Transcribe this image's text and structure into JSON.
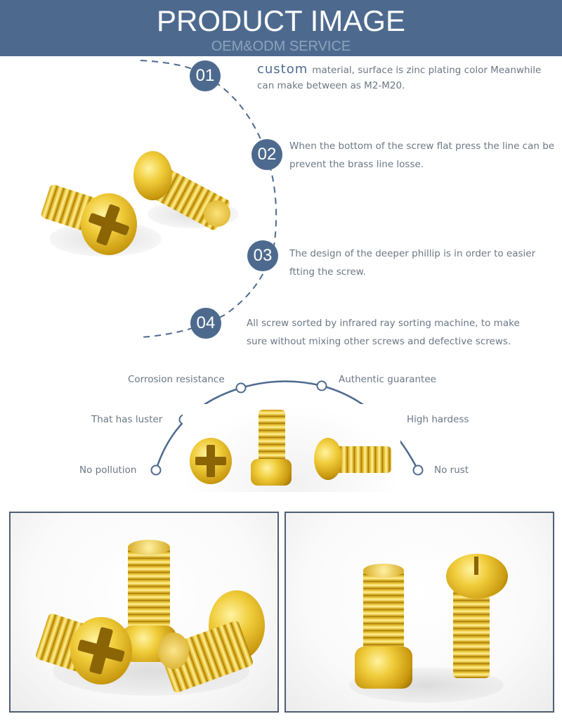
{
  "header": {
    "title": "PRODUCT IMAGE",
    "subtitle": "OEM&ODM SERVICE"
  },
  "colors": {
    "banner": "#4d6a8e",
    "subtitle": "#8ca3be",
    "badge": "#4d6a8e",
    "text": "#6c7785",
    "frame": "#4e5e74"
  },
  "features": [
    {
      "number": "01",
      "lead": "custom",
      "line1": "material, surface is zinc plating color Meanwhile",
      "line2": "can make between as M2-M20."
    },
    {
      "number": "02",
      "lead": "",
      "line1": "When the bottom of the screw flat press the line can be",
      "line2": "prevent the brass line losse."
    },
    {
      "number": "03",
      "lead": "",
      "line1": "The design of the deeper phillip is in order to easier",
      "line2": "ftting the screw."
    },
    {
      "number": "04",
      "lead": "",
      "line1": "All screw sorted by infrared ray sorting machine, to make",
      "line2": "sure without mixing other screws and defective screws."
    }
  ],
  "properties": {
    "left": [
      "Corrosion resistance",
      "That has luster",
      "No pollution"
    ],
    "right": [
      "Authentic guarantee",
      "High hardess",
      "No rust"
    ]
  },
  "images": {
    "hero": "brass-phillips-screws-pair",
    "arc_center": "three-brass-screws",
    "gallery": [
      "three-brass-screws-closeup",
      "two-brass-screws-standing"
    ]
  }
}
